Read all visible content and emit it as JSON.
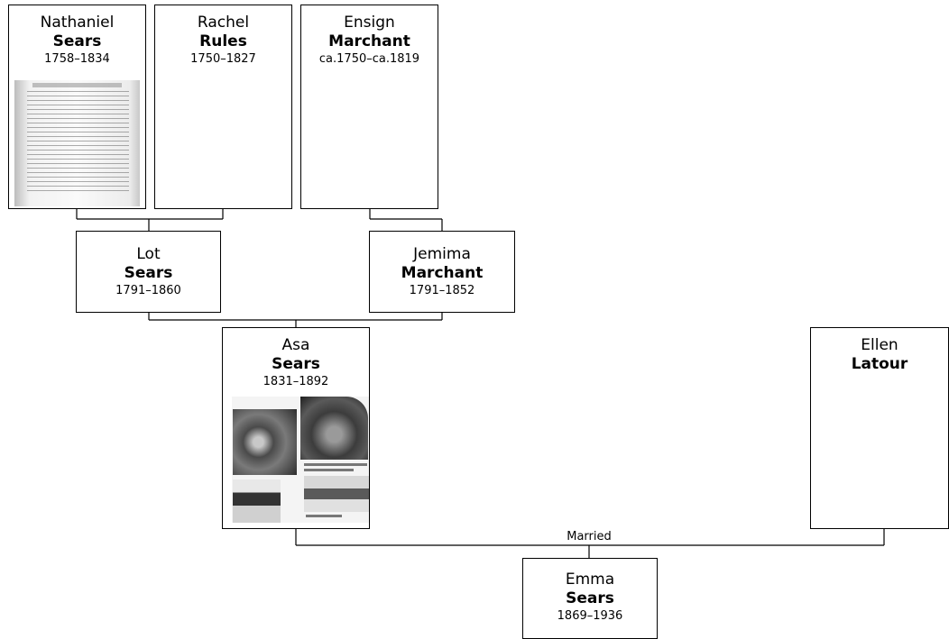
{
  "people": {
    "nathaniel": {
      "given": "Nathaniel",
      "surname": "Sears",
      "dates": "1758–1834",
      "photo": "document-scan"
    },
    "rachel": {
      "given": "Rachel",
      "surname": "Rules",
      "dates": "1750–1827"
    },
    "ensign": {
      "given": "Ensign",
      "surname": "Marchant",
      "dates": "ca.1750–ca.1819"
    },
    "lot": {
      "given": "Lot",
      "surname": "Sears",
      "dates": "1791–1860"
    },
    "jemima": {
      "given": "Jemima",
      "surname": "Marchant",
      "dates": "1791–1852"
    },
    "asa": {
      "given": "Asa",
      "surname": "Sears",
      "dates": "1831–1892",
      "photo": "photo-collage"
    },
    "ellen": {
      "given": "Ellen",
      "surname": "Latour",
      "dates": ""
    },
    "emma": {
      "given": "Emma",
      "surname": "Sears",
      "dates": "1869–1936"
    }
  },
  "connectors": {
    "marriage_label": "Married"
  }
}
